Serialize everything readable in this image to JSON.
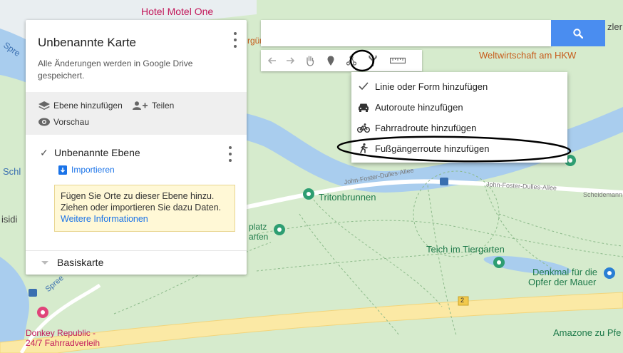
{
  "map": {
    "labels": {
      "hotel": "Hotel Motel One",
      "fischbude": "rgürs Fischbude",
      "weltwirtschaft": "Weltwirtschaft am HKW",
      "tritonbrunnen": "Tritonbrunnen",
      "dulles_left": "John-Foster-Dulles-Allee",
      "dulles_right": "John-Foster-Dulles-Allee",
      "scheidemann": "Scheidemann",
      "platz": "platz",
      "garten": "arten",
      "teich": "Teich im Tiergarten",
      "denkmal_1": "Denkmal für die",
      "denkmal_2": "Opfer der Mauer",
      "donkey_1": "Donkey Republic -",
      "donkey_2": "24/7 Fahrradverleih",
      "amazone": "Amazone zu Pfe",
      "road_number": "2",
      "edge_zler": "zler",
      "edge_schl": "Schl",
      "edge_sidi": "isidi",
      "edge_spree_top": "Spre",
      "edge_spree_bottom": "Spree"
    }
  },
  "panel": {
    "title": "Unbenannte Karte",
    "saved_text": "Alle Änderungen werden in Google Drive gespeichert.",
    "add_layer": "Ebene hinzufügen",
    "share": "Teilen",
    "preview": "Vorschau",
    "layer_check": "✓",
    "layer_title": "Unbenannte Ebene",
    "import": "Importieren",
    "tip_text": "Fügen Sie Orte zu dieser Ebene hinzu. Ziehen oder importieren Sie dazu Daten. ",
    "tip_link": "Weitere Informationen",
    "basemap": "Basiskarte"
  },
  "menu": {
    "items": [
      {
        "label": "Linie oder Form hinzufügen"
      },
      {
        "label": "Autoroute hinzufügen"
      },
      {
        "label": "Fahrradroute hinzufügen"
      },
      {
        "label": "Fußgängerroute hinzufügen"
      }
    ]
  },
  "colors": {
    "accent": "#4a8df0",
    "link": "#1a73e8",
    "water": "#a9cdee",
    "park": "#cfe8c5",
    "highlight_annotation": "#000000"
  }
}
